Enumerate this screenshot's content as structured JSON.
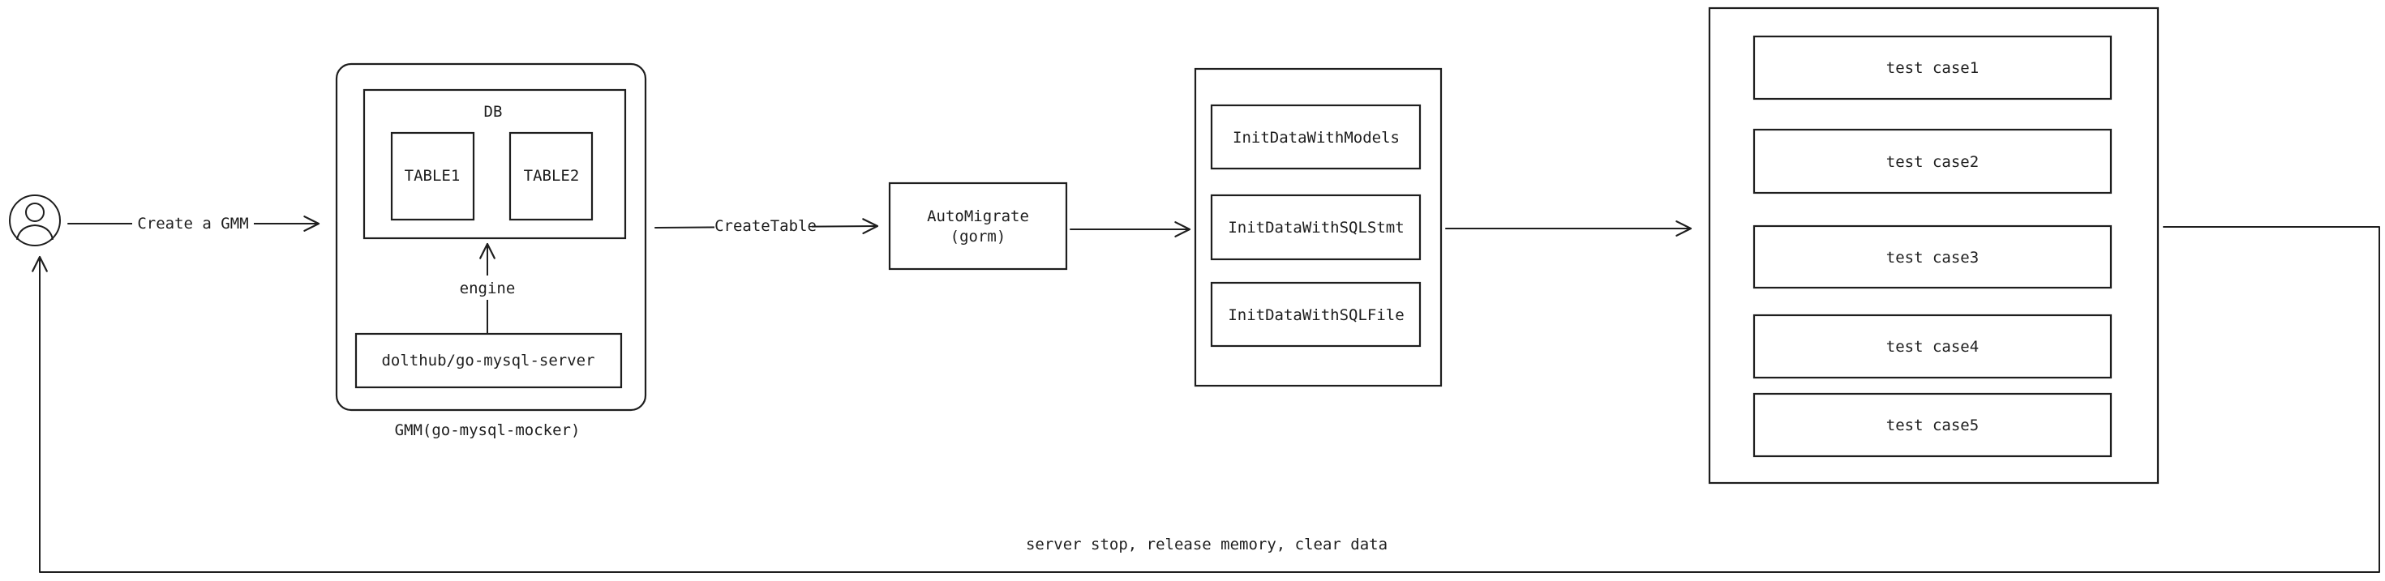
{
  "actor": {
    "icon": "user-icon"
  },
  "edges": {
    "create_gmm": "Create a  GMM",
    "create_table": "CreateTable",
    "engine": "engine",
    "teardown": "server stop, release memory, clear data"
  },
  "gmm": {
    "caption": "GMM(go-mysql-mocker)",
    "db": {
      "title": "DB",
      "tables": [
        "TABLE1",
        "TABLE2"
      ]
    },
    "server": "dolthub/go-mysql-server"
  },
  "automigrate": {
    "line1": "AutoMigrate",
    "line2": "(gorm)"
  },
  "init_methods": [
    "InitDataWithModels",
    "InitDataWithSQLStmt",
    "InitDataWithSQLFile"
  ],
  "test_cases": [
    "test case1",
    "test case2",
    "test case3",
    "test case4",
    "test case5"
  ]
}
